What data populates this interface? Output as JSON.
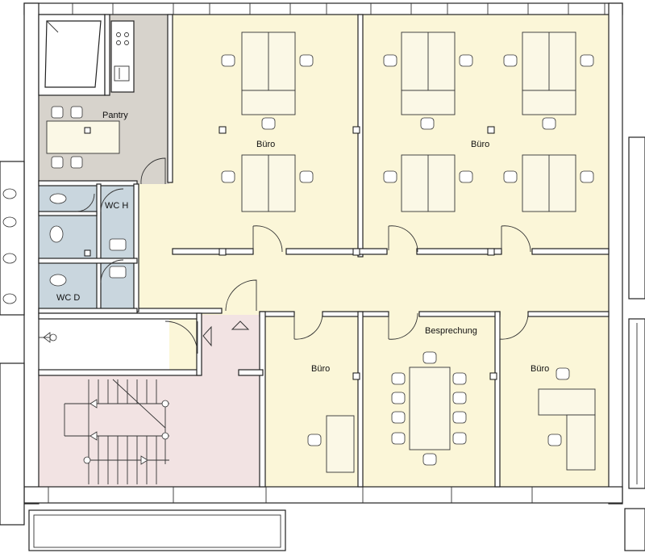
{
  "rooms": {
    "pantry": "Pantry",
    "wc_h": "WC H",
    "wc_d": "WC D",
    "buero": "Büro",
    "besprechung": "Besprechung"
  },
  "colors": {
    "office": "#fbf6d8",
    "pantry": "#d7d3cc",
    "wc": "#c9d6de",
    "stair": "#f2e3e3",
    "wall": "#222222",
    "background": "#ffffff"
  },
  "icons": [
    "chair-icon",
    "desk-icon",
    "column-icon",
    "door-swing-icon",
    "toilet-icon",
    "sink-icon",
    "stove-icon",
    "stair-arrow-icon",
    "direction-triangle-icon"
  ]
}
